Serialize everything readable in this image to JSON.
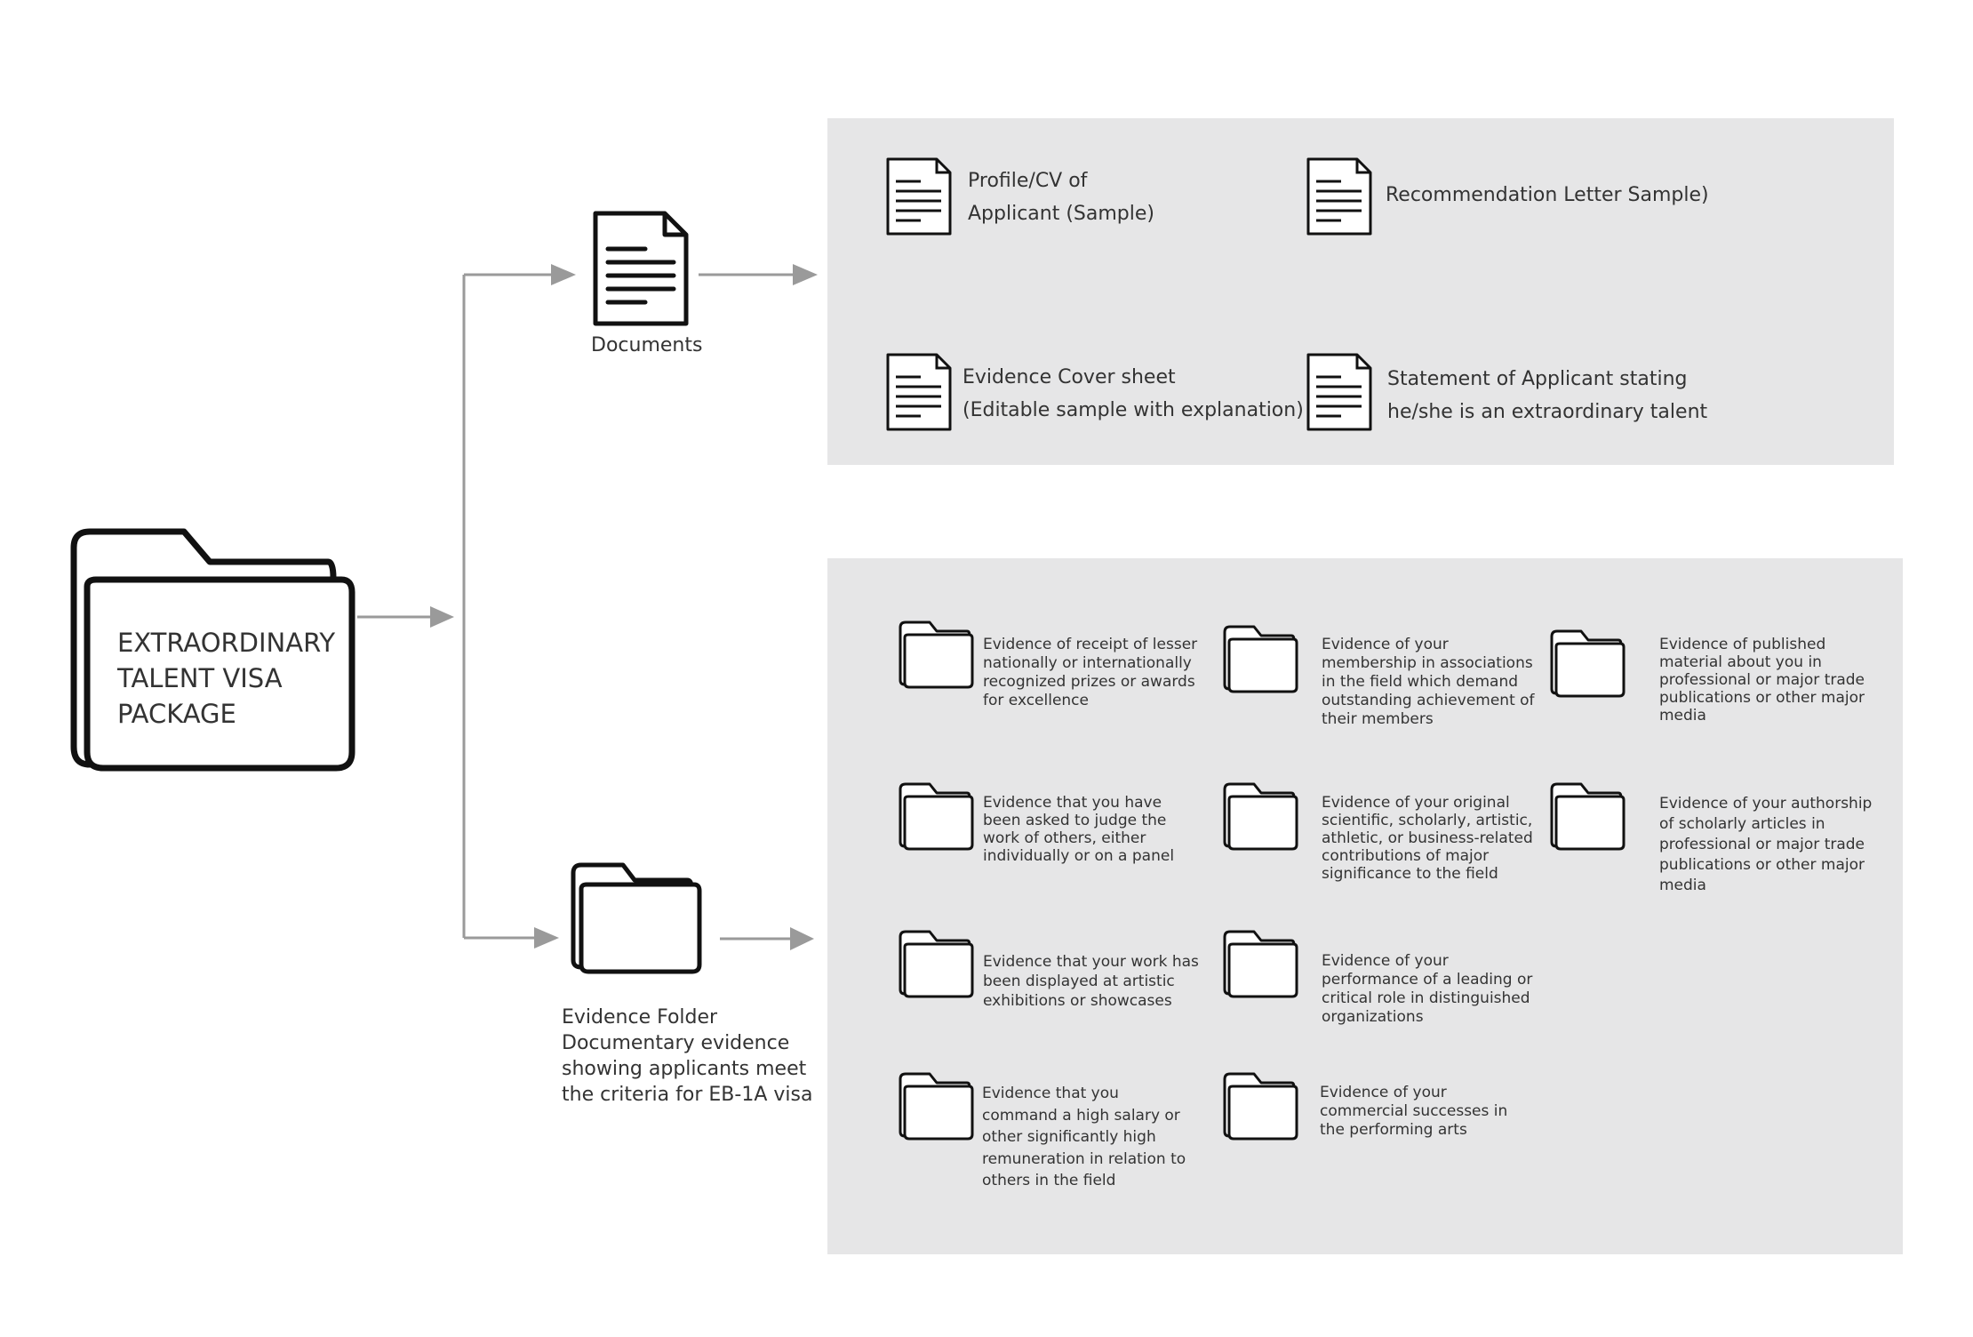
{
  "root": {
    "title": "EXTRAORDINARY\nTALENT VISA\nPACKAGE",
    "icon": "folder-icon"
  },
  "documents_hub": {
    "label": "Documents",
    "icon": "document-icon"
  },
  "evidence_hub": {
    "label": "Evidence Folder\nDocumentary evidence\nshowing applicants meet\nthe criteria for EB-1A visa",
    "icon": "folder-icon"
  },
  "documents": [
    {
      "label": "Profile/CV of\nApplicant (Sample)",
      "icon": "document-icon"
    },
    {
      "label": "Recommendation Letter Sample)",
      "icon": "document-icon"
    },
    {
      "label": "Evidence Cover sheet\n(Editable sample with explanation)",
      "icon": "document-icon"
    },
    {
      "label": "Statement of Applicant stating\nhe/she is an extraordinary talent",
      "icon": "document-icon"
    }
  ],
  "evidence": [
    {
      "label": "Evidence of receipt of lesser\nnationally or internationally\nrecognized prizes or awards\nfor excellence",
      "icon": "folder-icon"
    },
    {
      "label": "Evidence of your\nmembership in associations\nin the field which demand\noutstanding achievement of\ntheir members",
      "icon": "folder-icon"
    },
    {
      "label": "Evidence of published\nmaterial about you in\nprofessional or major trade\npublications or other major\nmedia",
      "icon": "folder-icon"
    },
    {
      "label": "Evidence that you have\nbeen asked to judge the\nwork of others, either\nindividually or on a panel",
      "icon": "folder-icon"
    },
    {
      "label": "Evidence of your original\nscientific, scholarly, artistic,\nathletic, or business-related\ncontributions of major\nsignificance to the field",
      "icon": "folder-icon"
    },
    {
      "label": "Evidence of your authorship\nof scholarly articles in\nprofessional or major trade\npublications or other major\nmedia",
      "icon": "folder-icon"
    },
    {
      "label": "Evidence that your work has\nbeen displayed at artistic\nexhibitions or showcases",
      "icon": "folder-icon"
    },
    {
      "label": "Evidence of your\nperformance of a leading or\ncritical role in distinguished\norganizations",
      "icon": "folder-icon"
    },
    {
      "label": "Evidence that you\ncommand a high salary or\nother significantly high\nremuneration in relation to\nothers in the field",
      "icon": "folder-icon"
    },
    {
      "label": "Evidence of your\ncommercial successes in\nthe performing arts",
      "icon": "folder-icon"
    }
  ],
  "colors": {
    "panel": "#e6e6e7",
    "arrow": "#9a9a9a",
    "icon_stroke": "#111111",
    "text": "#333333"
  }
}
